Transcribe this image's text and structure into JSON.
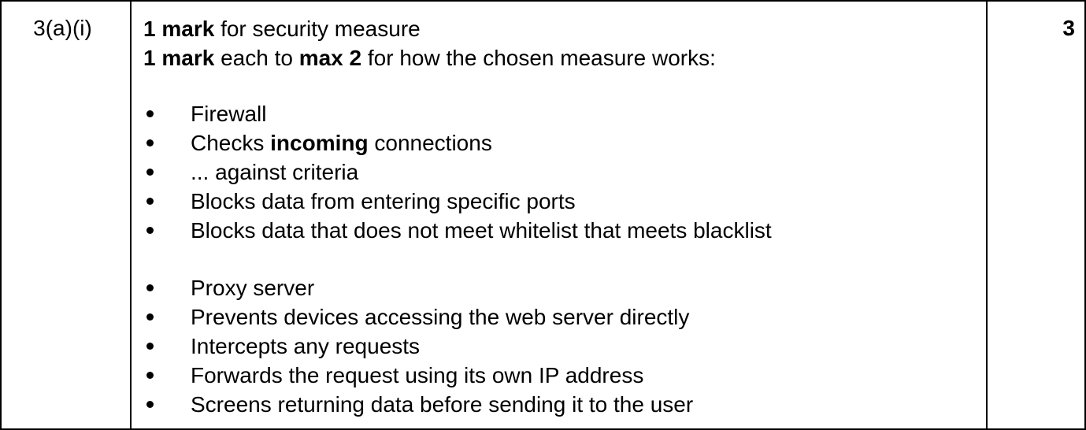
{
  "question_number": "3(a)(i)",
  "marks_total": "3",
  "intro": {
    "line1_bold": "1 mark",
    "line1_rest": " for security measure",
    "line2_bold1": "1 mark",
    "line2_mid": " each to ",
    "line2_bold2": "max 2",
    "line2_rest": " for how the chosen measure works:"
  },
  "firewall": {
    "title": "Firewall",
    "item2_pre": "Checks ",
    "item2_bold": "incoming",
    "item2_post": " connections",
    "item3": "... against criteria",
    "item4": "Blocks data from entering specific ports",
    "item5": "Blocks data that does not meet whitelist that meets blacklist"
  },
  "proxy": {
    "title": "Proxy server",
    "item2": "Prevents devices accessing the web server directly",
    "item3": "Intercepts any requests",
    "item4": "Forwards the request using its own IP address",
    "item5": "Screens returning data before sending it to the user"
  }
}
